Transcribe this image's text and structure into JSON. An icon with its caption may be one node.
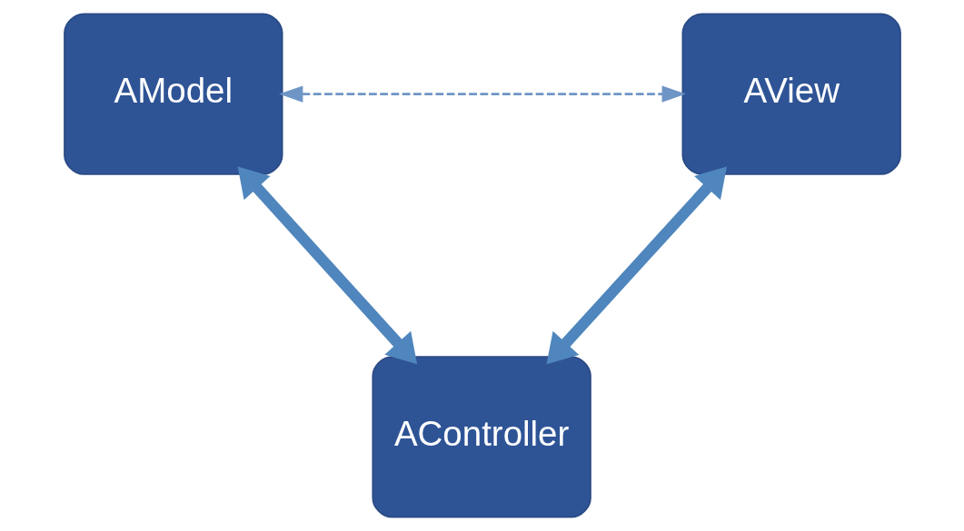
{
  "diagram": {
    "nodes": [
      {
        "text": [
          "AModel"
        ]
      },
      {
        "text": [
          "AView"
        ]
      },
      {
        "text": [
          "AController"
        ]
      }
    ],
    "edges": [
      {
        "from": 0,
        "to": 1,
        "arrow": "both",
        "style": "dashed"
      },
      {
        "from": 0,
        "to": 2,
        "arrow": "both"
      },
      {
        "from": 1,
        "to": 2,
        "arrow": "both"
      }
    ]
  }
}
